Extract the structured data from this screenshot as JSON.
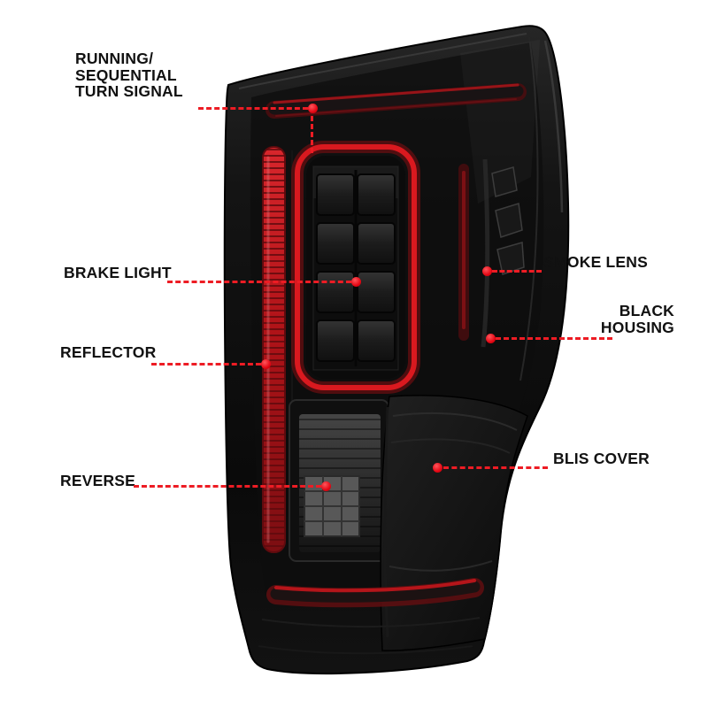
{
  "colors": {
    "leader_red": "#ed1c24",
    "dot_red": "#e30613",
    "text": "#111111",
    "background": "#ffffff",
    "tube_red": "#d9191f",
    "housing_black": "#0d0d0d"
  },
  "callouts": {
    "running": {
      "label": "RUNNING/\nSEQUENTIAL\nTURN SIGNAL"
    },
    "brake": {
      "label": "BRAKE LIGHT"
    },
    "reflector": {
      "label": "REFLECTOR"
    },
    "reverse": {
      "label": "REVERSE"
    },
    "smoke_lens": {
      "label": "SMOKE LENS"
    },
    "black_housing": {
      "label": "BLACK\nHOUSING"
    },
    "blis_cover": {
      "label": "BLIS COVER"
    }
  }
}
